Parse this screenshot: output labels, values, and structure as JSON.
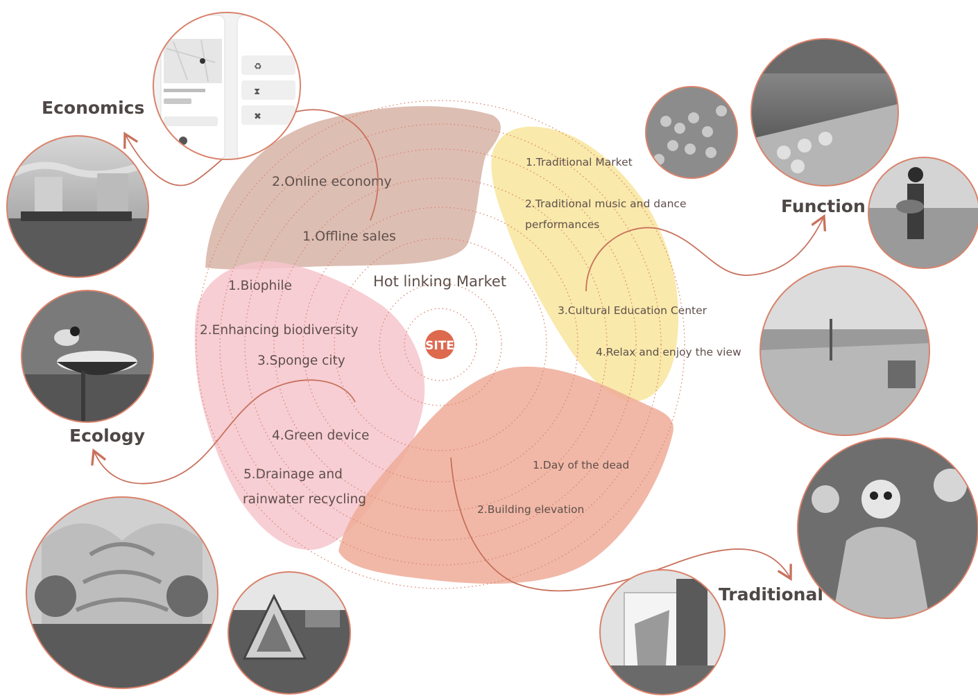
{
  "center": {
    "title": "Hot linking Market",
    "site_label": "SITE"
  },
  "colors": {
    "accent": "#dd6a4f",
    "economics_zone": "#d7b3a6",
    "function_zone": "#f8e59c",
    "ecology_zone": "#f6c5cd",
    "traditional_zone": "#eeac98",
    "ring_dots": "#d9826b"
  },
  "categories": {
    "economics": {
      "heading": "Economics",
      "items": [
        "2.Online economy",
        "1.Offline sales"
      ]
    },
    "function": {
      "heading": "Function",
      "items": [
        "1.Traditional Market",
        "2.Traditional music and dance",
        "performances",
        "3.Cultural Education Center",
        "4.Relax and enjoy the view"
      ]
    },
    "ecology": {
      "heading": "Ecology",
      "items": [
        "1.Biophile",
        "2.Enhancing biodiversity",
        "3.Sponge city",
        "4.Green device",
        "5.Drainage and",
        "rainwater recycling"
      ]
    },
    "traditional": {
      "heading": "Traditional",
      "items": [
        "1.Day of the dead",
        "2.Building elevation"
      ]
    }
  },
  "photos": [
    {
      "name": "mobile-app-screens-photo",
      "icon": "phone-app-icon"
    },
    {
      "name": "street-market-photo",
      "icon": "market-icon"
    },
    {
      "name": "bird-feeder-photo",
      "icon": "bird-icon"
    },
    {
      "name": "arched-greenhouse-photo",
      "icon": "greenhouse-icon"
    },
    {
      "name": "triangle-green-device-photo",
      "icon": "green-device-icon"
    },
    {
      "name": "bread-stall-photo",
      "icon": "bread-icon"
    },
    {
      "name": "market-stalls-photo",
      "icon": "stall-icon"
    },
    {
      "name": "street-musician-photo",
      "icon": "musician-icon"
    },
    {
      "name": "view-terrace-photo",
      "icon": "terrace-icon"
    },
    {
      "name": "day-of-the-dead-photo",
      "icon": "skull-icon"
    },
    {
      "name": "building-elevation-photo",
      "icon": "building-icon"
    }
  ]
}
